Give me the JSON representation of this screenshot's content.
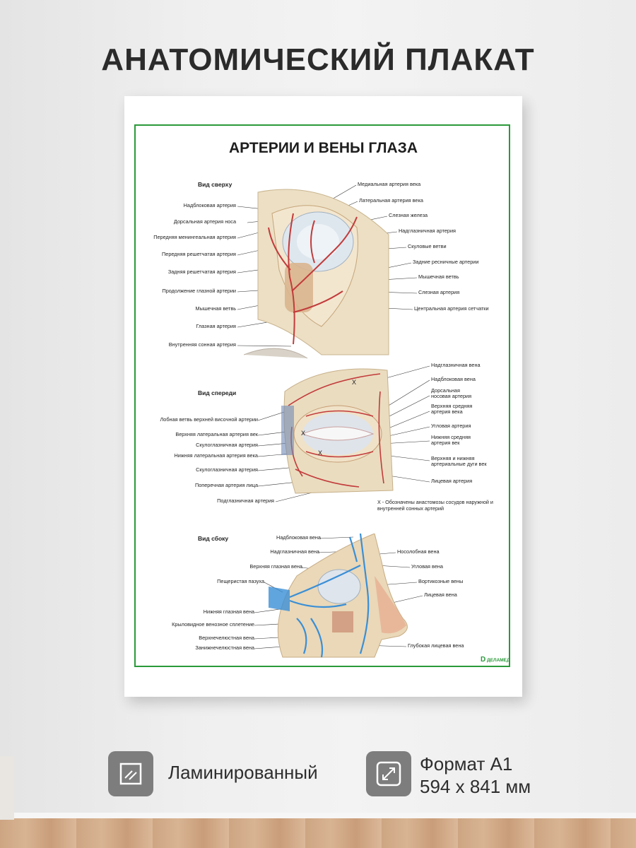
{
  "heading": "АНАТОМИЧЕСКИЙ ПЛАКАТ",
  "poster": {
    "title": "АРТЕРИИ И ВЕНЫ ГЛАЗА",
    "top_view": {
      "title": "Вид сверху",
      "left": [
        "Надблоковая артерия",
        "Дорсальная артерия носа",
        "Передняя менингеальная артерия",
        "Передняя решетчатая артерия",
        "Задняя решетчатая артерия",
        "Продолжение глазной артерии",
        "Мышечная ветвь",
        "Глазная артерия",
        "Внутренняя сонная артерия"
      ],
      "right": [
        "Медиальная артерия века",
        "Латеральная артерия века",
        "Слезная железа",
        "Надглазничная артерия",
        "Скуловые ветви",
        "Задние ресничные артерии",
        "Мышечная ветвь",
        "Слезная артерия",
        "Центральная артерия сетчатки"
      ]
    },
    "front_view": {
      "title": "Вид спереди",
      "left": [
        "Лобная  ветвь верхней височной артерии",
        "Верхняя латеральная артерия век",
        "Скулоглазничная артерия",
        "Нижняя латеральная артерия века",
        "Скулоглазничная артерия",
        "Поперечная артерия лица",
        "Подглазничная артерия"
      ],
      "right": [
        "Надглазничная вена",
        "Надблоковая вена",
        "Дорсальная\nносовая артерия",
        "Верхняя средняя\nартерия века",
        "Угловая артерия",
        "Нижняя средняя\nартерия век",
        "Верхняя и нижняя\nартериальные дуги век",
        "Лицевая артерия"
      ],
      "marker": "X",
      "note": "X - Обозначены анастомозы сосудов наружной и внутренней сонных артерий"
    },
    "side_view": {
      "title": "Вид сбоку",
      "left": [
        "Надблоковая вена",
        "Надглазничная вена",
        "Верхняя глазная вена",
        "Пещеристая пазуха",
        "Нижняя глазная вена",
        "Крыловидное венозное сплетение",
        "Верхнечелюстная вена",
        "Занижнечелюстная вена"
      ],
      "right": [
        "Носолобная вена",
        "Угловая вена",
        "Вортикозные вены",
        "Лицевая вена",
        "Глубокая лицевая вена"
      ]
    },
    "logo": "ДЕЛАМЕД"
  },
  "features": [
    {
      "icon": "laminate-icon",
      "text": "Ламинированный"
    },
    {
      "icon": "resize-icon",
      "text": "Формат А1\n594 х 841 мм"
    }
  ],
  "colors": {
    "frame": "#2a9a3a",
    "artery": "#c23b3b",
    "vein": "#3a8fd6",
    "icon_bg": "#7d7d7d"
  }
}
